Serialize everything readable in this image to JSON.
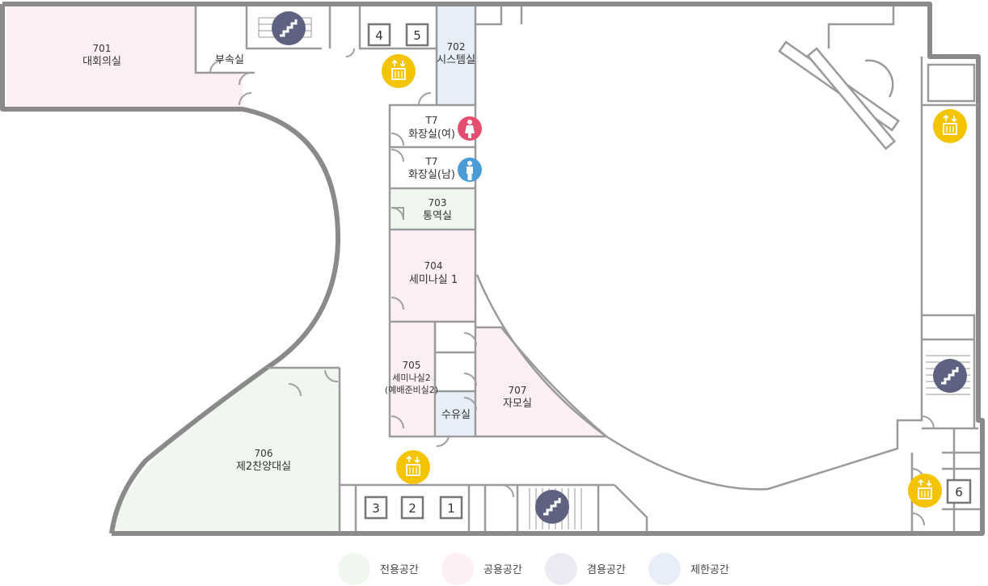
{
  "colors": {
    "exclusive": "#eff7ee",
    "public": "#fdeff3",
    "shared": "#edeaf4",
    "restricted": "#e7eef8",
    "wall": "#8a8a8a",
    "elevator": "#f5c400",
    "stairs": "#5e6180",
    "female": "#e54d6e",
    "male": "#4a9bd6"
  },
  "rooms": {
    "r701": {
      "num": "701",
      "name": "대회의실"
    },
    "annex": {
      "name": "부속실"
    },
    "r702": {
      "num": "702",
      "name": "시스템실"
    },
    "t7f": {
      "num": "T7",
      "name": "화장실(여)"
    },
    "t7m": {
      "num": "T7",
      "name": "화장실(남)"
    },
    "r703": {
      "num": "703",
      "name": "통역실"
    },
    "r704": {
      "num": "704",
      "name": "세미나실 1"
    },
    "r705": {
      "num": "705",
      "name": "세미나실2",
      "sub": "(예배준비실2)"
    },
    "nursing": {
      "name": "수유실"
    },
    "r707": {
      "num": "707",
      "name": "자모실"
    },
    "r706": {
      "num": "706",
      "name": "제2찬양대실"
    }
  },
  "elevators": {
    "e1": "1",
    "e2": "2",
    "e3": "3",
    "e4": "4",
    "e5": "5",
    "e6": "6"
  },
  "legend": [
    {
      "label": "전용공간",
      "color": "#eff7ee"
    },
    {
      "label": "공용공간",
      "color": "#fdeff3"
    },
    {
      "label": "겸용공간",
      "color": "#edeaf4"
    },
    {
      "label": "제한공간",
      "color": "#e7eef8"
    }
  ]
}
